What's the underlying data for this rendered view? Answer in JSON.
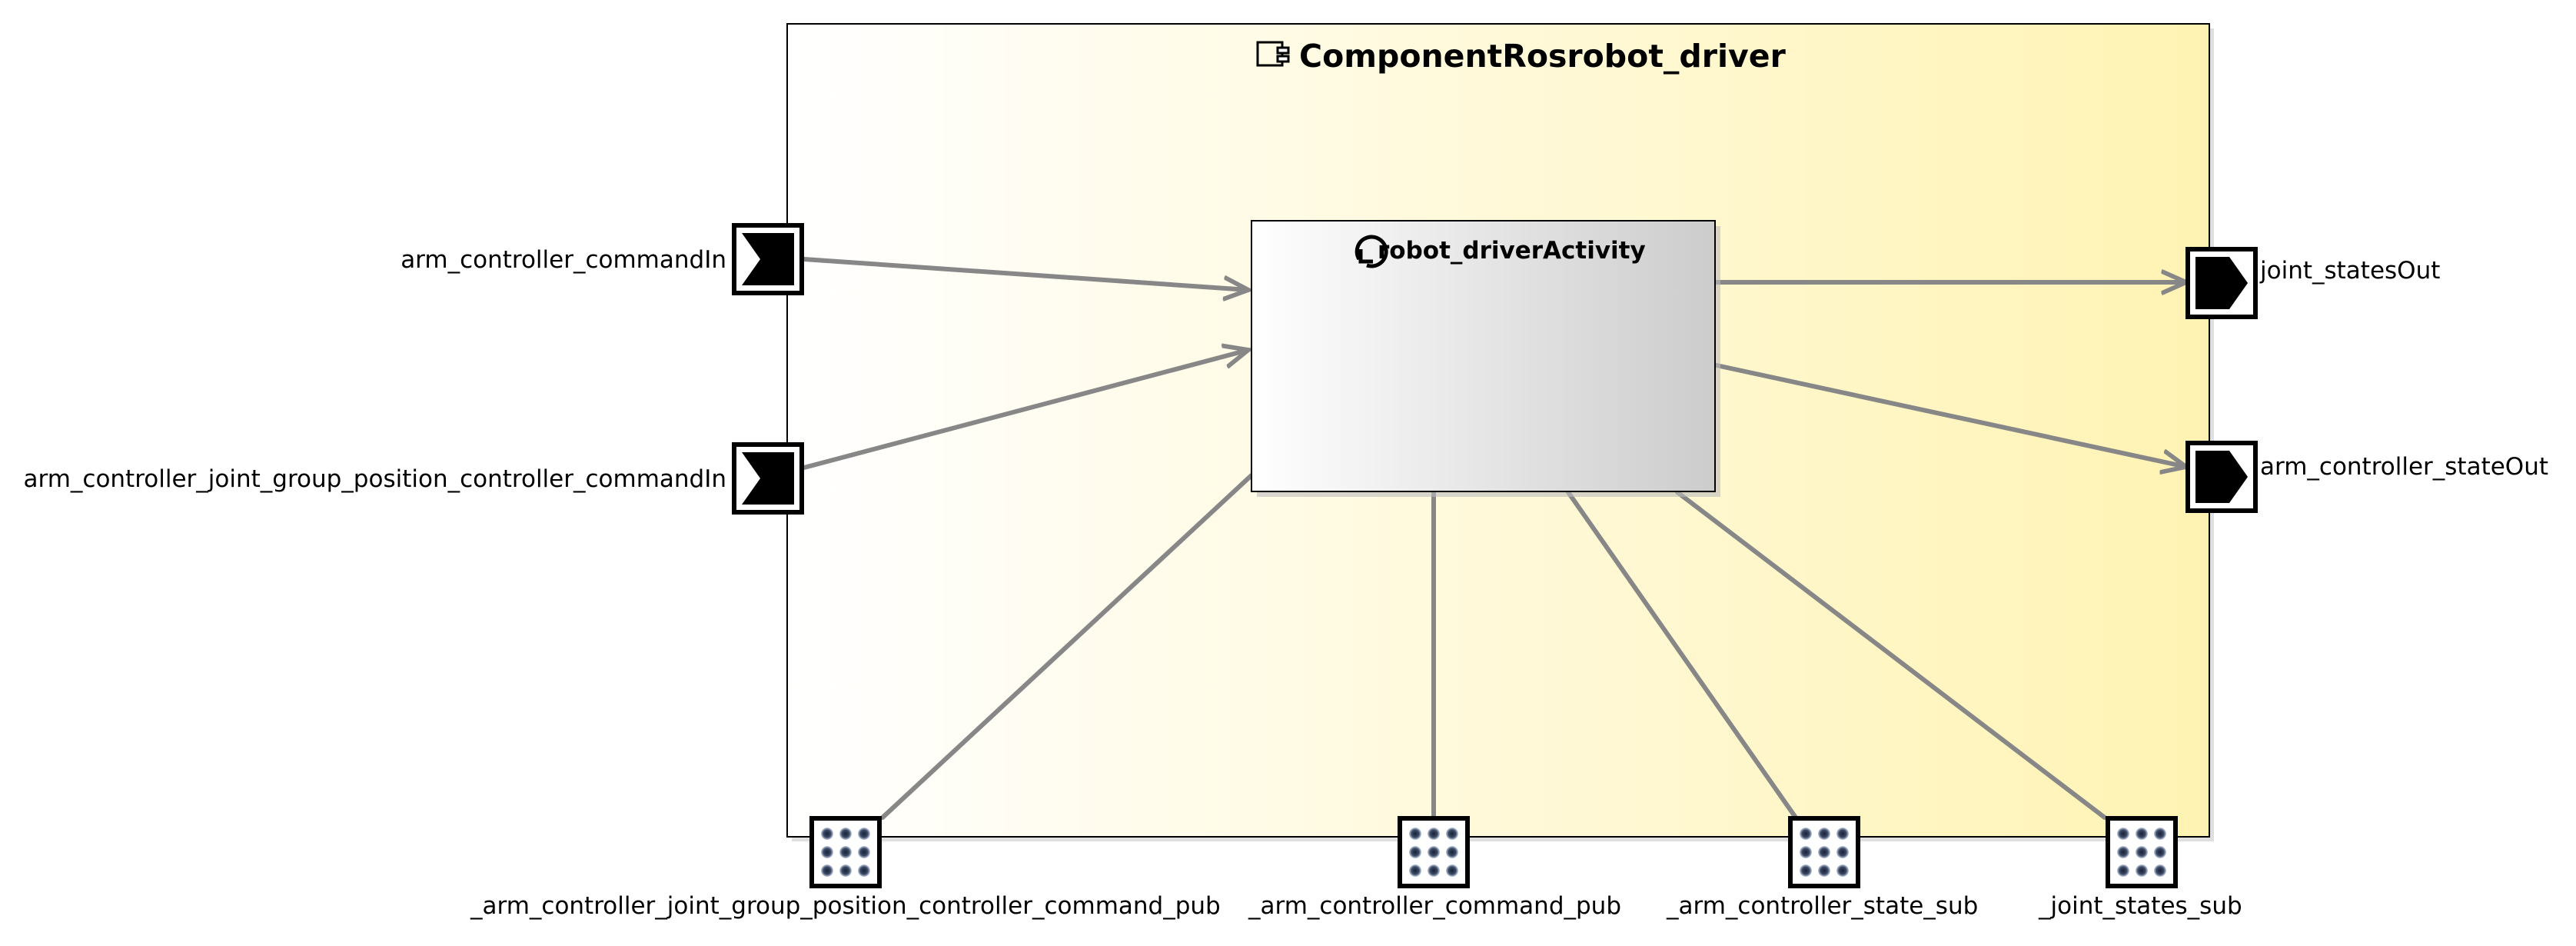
{
  "component": {
    "icon": "component-icon",
    "title": "ComponentRosrobot_driver",
    "fill_start": "#ffffff",
    "fill_end": "#fff3b3"
  },
  "activity": {
    "icon": "activity-cycle-icon",
    "title": "robot_driverActivity",
    "fill_start": "#ffffff",
    "fill_end": "#cccccc"
  },
  "input_ports": [
    {
      "name": "arm_controller_commandIn",
      "icon": "input-port-icon"
    },
    {
      "name": "arm_controller_joint_group_position_controller_commandIn",
      "icon": "input-port-icon"
    }
  ],
  "output_ports": [
    {
      "name": "joint_statesOut",
      "icon": "output-port-icon"
    },
    {
      "name": "arm_controller_stateOut",
      "icon": "output-port-icon"
    }
  ],
  "service_ports": [
    {
      "name": "_arm_controller_joint_group_position_controller_command_pub",
      "icon": "grid-port-icon"
    },
    {
      "name": "_arm_controller_command_pub",
      "icon": "grid-port-icon"
    },
    {
      "name": "_arm_controller_state_sub",
      "icon": "grid-port-icon"
    },
    {
      "name": "_joint_states_sub",
      "icon": "grid-port-icon"
    }
  ],
  "colors": {
    "connector": "#878787",
    "border": "#000000"
  }
}
